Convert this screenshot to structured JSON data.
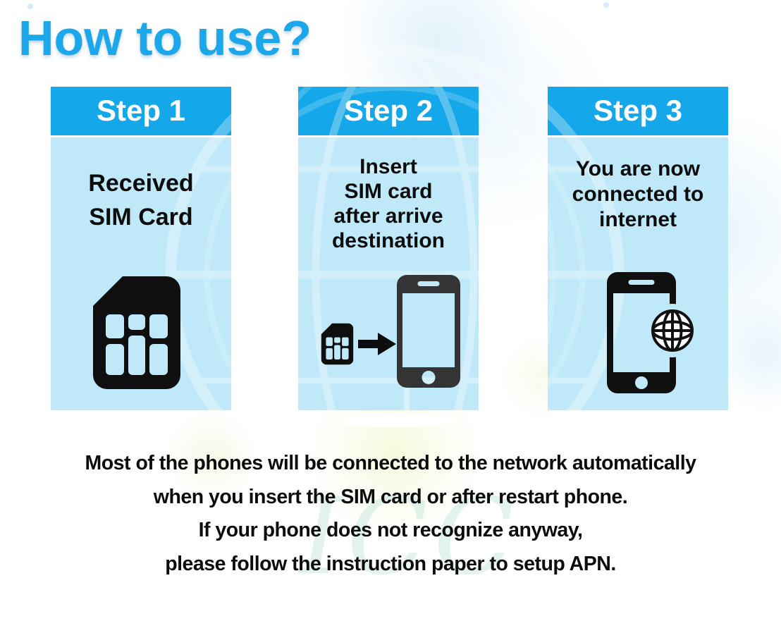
{
  "title": "How to use?",
  "steps": [
    {
      "label": "Step 1",
      "icon": "sim-card",
      "lines": [
        "Received",
        "SIM Card"
      ]
    },
    {
      "label": "Step 2",
      "icon": "sim-card-into-phone",
      "lines": [
        "Insert",
        "SIM card",
        "after arrive",
        "destination"
      ]
    },
    {
      "label": "Step 3",
      "icon": "phone-with-globe",
      "lines": [
        "You are now",
        "connected to",
        "internet"
      ]
    }
  ],
  "footer": {
    "lines": [
      "Most of the phones will be connected to the network automatically",
      "when you insert the SIM card or after restart phone.",
      "If your phone does not recognize anyway,",
      "please follow the instruction paper to setup APN."
    ]
  },
  "watermark": {
    "script": "ICC"
  },
  "colors": {
    "title_blue": "#1BA7E9",
    "step_header_blue": "#14A8EA",
    "step_body_blue": "#BFE9F9",
    "text_black": "#0C0C0C",
    "phone_dark_gray": "#343434",
    "icon_black": "#0F0F0F",
    "watermark_white": "#FFFFFF",
    "script_teal": "#BFE3DD"
  }
}
